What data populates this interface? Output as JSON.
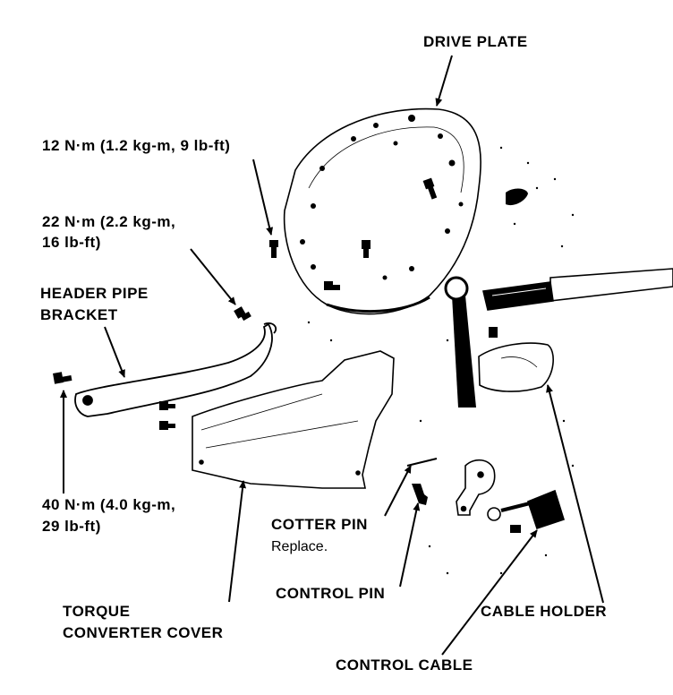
{
  "labels": {
    "drive_plate": "DRIVE PLATE",
    "torque_12_line1": "12 N·m (1.2 kg-m, 9 lb-ft)",
    "torque_22_line1": "22 N·m (2.2 kg-m,",
    "torque_22_line2": "16 lb-ft)",
    "header_pipe_line1": "HEADER PIPE",
    "header_pipe_line2": "BRACKET",
    "torque_40_line1": "40 N·m (4.0 kg-m,",
    "torque_40_line2": "29 lb-ft)",
    "cotter_pin": "COTTER PIN",
    "cotter_pin_note": "Replace.",
    "control_pin": "CONTROL PIN",
    "torque_converter_line1": "TORQUE",
    "torque_converter_line2": "CONVERTER COVER",
    "cable_holder": "CABLE HOLDER",
    "control_cable": "CONTROL CABLE"
  },
  "colors": {
    "ink": "#000000",
    "paper": "#ffffff"
  }
}
